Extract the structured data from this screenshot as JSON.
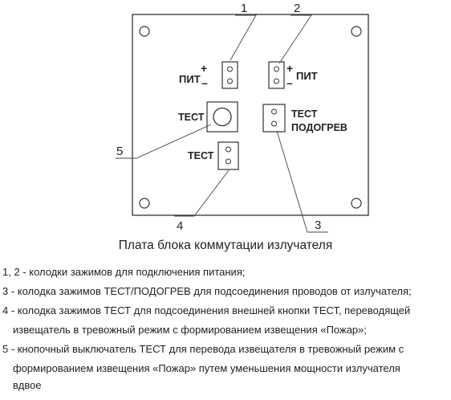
{
  "board": {
    "terminal_power_1": {
      "label": "ПИТ",
      "plus": "+",
      "minus": "–"
    },
    "terminal_power_2": {
      "label": "ПИТ",
      "plus": "+",
      "minus": "–"
    },
    "button_test_label": "ТЕСТ",
    "terminal_test_heat": {
      "line1": "ТЕСТ",
      "line2": "ПОДОГРЕВ"
    },
    "terminal_test_label": "ТЕСТ"
  },
  "callouts": [
    "1",
    "2",
    "3",
    "4",
    "5"
  ],
  "caption": "Плата блока коммутации излучателя",
  "legend": [
    {
      "lines": [
        "1, 2 - колодки зажимов для подключения питания;"
      ]
    },
    {
      "lines": [
        "3 - колодка зажимов ТЕСТ/ПОДОГРЕВ для подсоединения проводов от излучателя;"
      ]
    },
    {
      "lines": [
        "4 - колодка зажимов ТЕСТ для подсоединения внешней кнопки ТЕСТ, переводящей",
        "извещатель в тревожный режим с формированием извещения «Пожар»;"
      ]
    },
    {
      "lines": [
        "5 - кнопочный выключатель ТЕСТ для перевода извещателя в тревожный режим с",
        "формированием извещения «Пожар» путем уменьшения мощности излучателя",
        "вдвое"
      ]
    }
  ]
}
